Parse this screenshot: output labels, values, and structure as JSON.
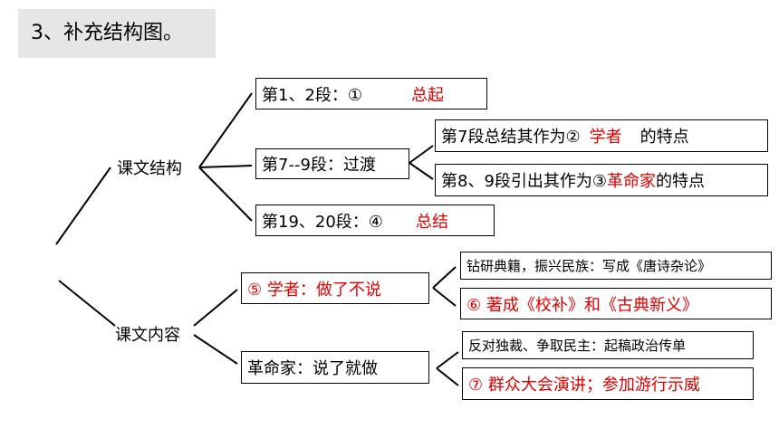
{
  "title": "3、补充结构图。",
  "branches": {
    "structure": {
      "label": "课文结构",
      "b1": {
        "prefix": "第1、2段：①",
        "answer": "总起"
      },
      "b2": {
        "text": "第7--9段：过渡",
        "s1": {
          "prefix": "第7段总结其作为②",
          "answer": "学者",
          "suffix": "的特点"
        },
        "s2": {
          "prefix": "第8、9段引出其作为③",
          "answer": "革命家",
          "suffix": "的特点"
        }
      },
      "b3": {
        "prefix": "第19、20段：④",
        "answer": "总结"
      }
    },
    "content": {
      "label": "课文内容",
      "c1": {
        "text": "⑤ 学者：做了不说",
        "s1": "钻研典籍，振兴民族：写成《唐诗杂论》",
        "s2": "⑥  著成《校补》和《古典新义》"
      },
      "c2": {
        "text": "革命家：说了就做",
        "s1": "反对独裁、争取民主：起稿政治传单",
        "s2": "⑦ 群众大会演讲；参加游行示威"
      }
    }
  }
}
